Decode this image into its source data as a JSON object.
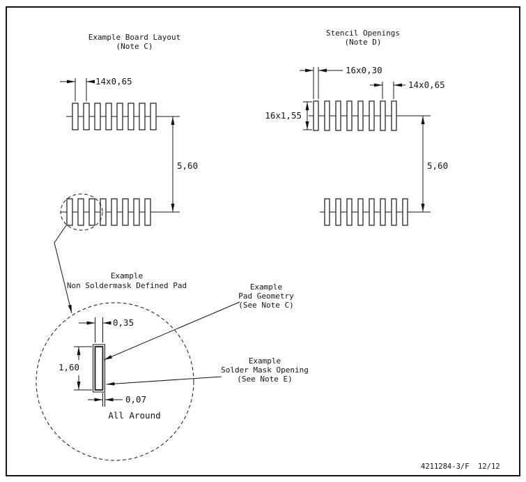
{
  "board_layout": {
    "title": "Example Board Layout",
    "note": "(Note C)",
    "pitch_dim": "14x0,65",
    "row_spacing_dim": "5,60"
  },
  "stencil": {
    "title": "Stencil Openings",
    "note": "(Note D)",
    "opening_width_dim": "16x0,30",
    "pitch_dim": "14x0,65",
    "opening_height_dim": "16x1,55",
    "row_spacing_dim": "5,60"
  },
  "detail": {
    "title_line1": "Example",
    "title_line2": "Non Soldermask Defined Pad",
    "pad_width_dim": "0,35",
    "pad_height_dim": "1,60",
    "mask_clearance_dim": "0,07",
    "mask_clearance_note": "All Around",
    "pad_callout": {
      "line1": "Example",
      "line2": "Pad Geometry",
      "line3": "(See Note C)"
    },
    "mask_callout": {
      "line1": "Example",
      "line2": "Solder Mask Opening",
      "line3": "(See Note E)"
    }
  },
  "footer": {
    "drawing_number": "4211284-3/F",
    "page": "12/12"
  },
  "colors": {
    "line": "#141414",
    "background": "#ffffff"
  }
}
